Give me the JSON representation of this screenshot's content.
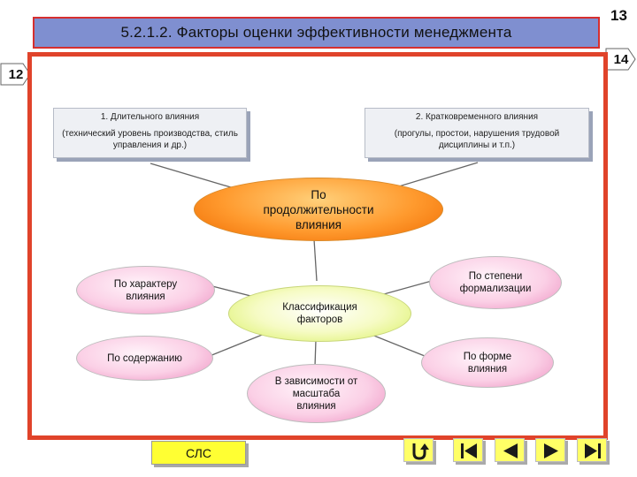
{
  "slide": {
    "current_number": "13",
    "prev_number": "12",
    "next_number": "14"
  },
  "title": "5.2.1.2. Факторы оценки эффективности менеджмента",
  "boxes": {
    "long": {
      "heading": "1. Длительного влияния",
      "text": "(технический уровень производства, стиль управления и др.)"
    },
    "short": {
      "heading": "2. Кратковременного влияния",
      "text": "(прогулы, простои, нарушения трудовой дисциплины и т.п.)"
    }
  },
  "nodes": {
    "duration": "По продолжительности влияния",
    "character": "По характеру влияния",
    "formalization": "По степени формализации",
    "center": "Классификация факторов",
    "content": "По содержанию",
    "form": "По форме влияния",
    "scale": "В зависимости от масштаба влияния"
  },
  "buttons": {
    "slc": "СЛС"
  },
  "icons": [
    "return-icon",
    "first-icon",
    "prev-icon",
    "next-icon",
    "last-icon"
  ],
  "colors": {
    "title_bg": "#7f8fd0",
    "frame": "#e0432a",
    "accent_orange": "#ff9a2e",
    "node_pink": "#fbd0e6",
    "center_green": "#d8f060",
    "nav_yellow": "#ffff66"
  }
}
